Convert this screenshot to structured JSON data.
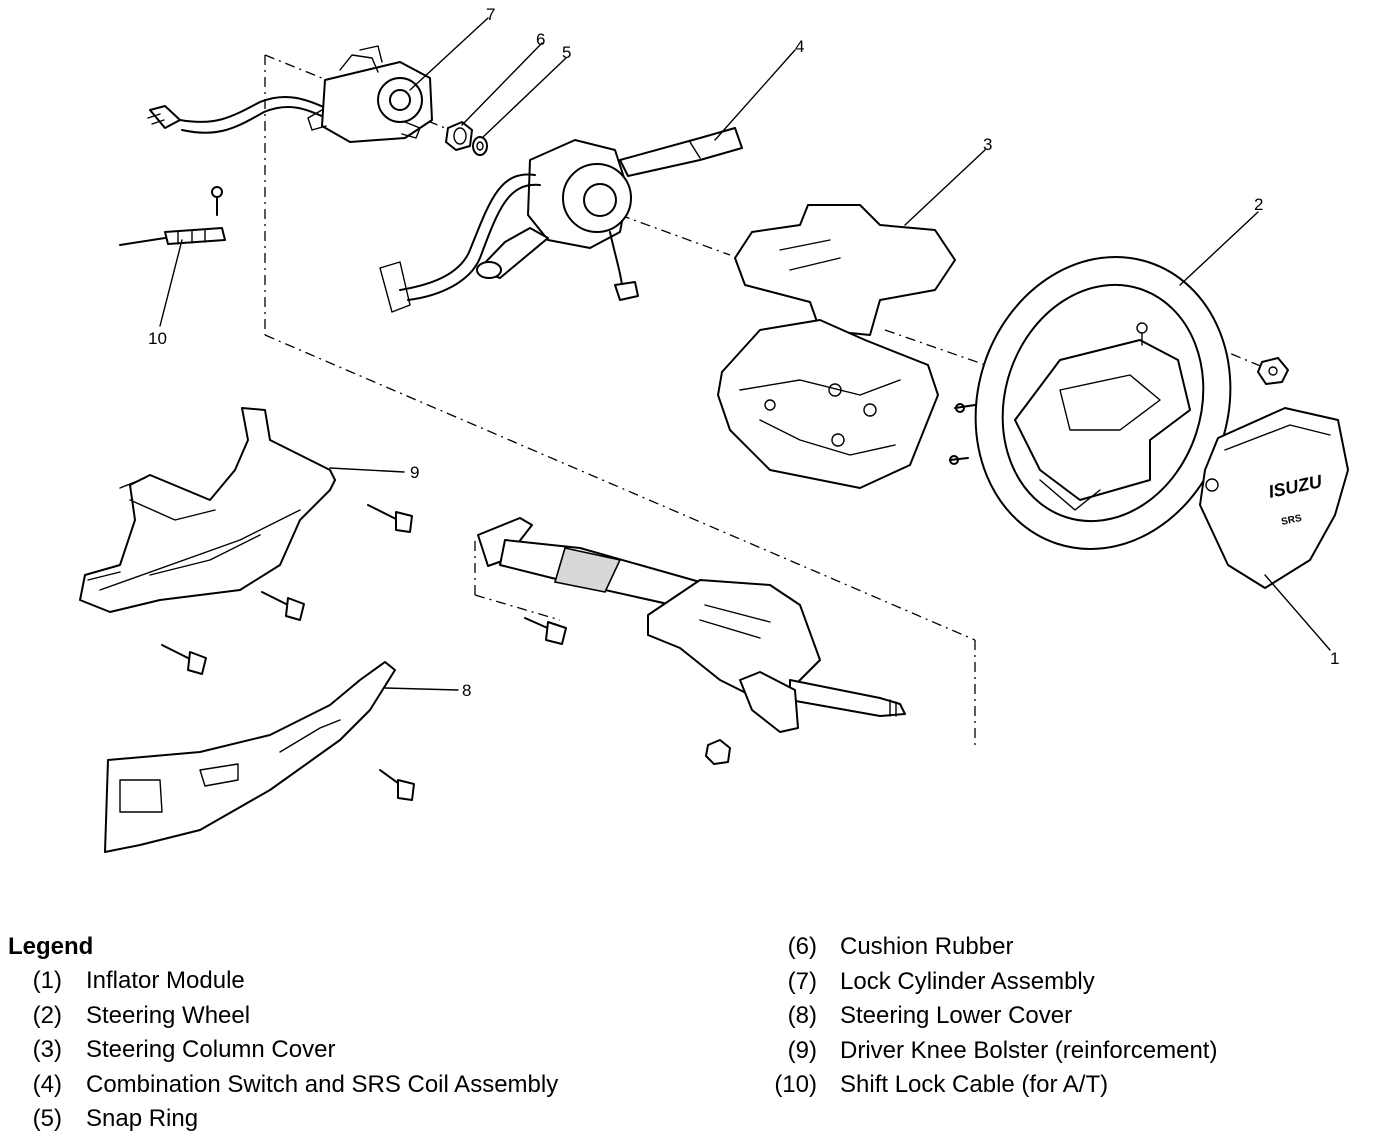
{
  "callouts": [
    "1",
    "2",
    "3",
    "4",
    "5",
    "6",
    "7",
    "8",
    "9",
    "10"
  ],
  "legend": {
    "title": "Legend",
    "items": [
      {
        "num": "(1)",
        "text": "Inflator Module"
      },
      {
        "num": "(2)",
        "text": "Steering Wheel"
      },
      {
        "num": "(3)",
        "text": "Steering Column Cover"
      },
      {
        "num": "(4)",
        "text": "Combination Switch and SRS Coil Assembly"
      },
      {
        "num": "(5)",
        "text": "Snap Ring"
      },
      {
        "num": "(6)",
        "text": "Cushion Rubber"
      },
      {
        "num": "(7)",
        "text": "Lock Cylinder Assembly"
      },
      {
        "num": "(8)",
        "text": "Steering Lower Cover"
      },
      {
        "num": "(9)",
        "text": "Driver Knee Bolster (reinforcement)"
      },
      {
        "num": "(10)",
        "text": "Shift Lock Cable (for A/T)"
      }
    ]
  },
  "airbag_marking": {
    "brand": "ISUZU",
    "badge": "SRS"
  }
}
